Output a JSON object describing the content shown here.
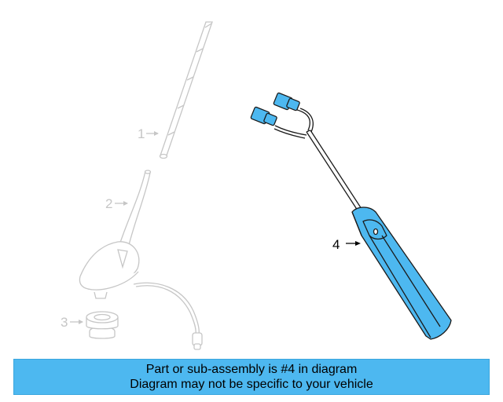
{
  "diagram": {
    "callouts": [
      {
        "number": "1"
      },
      {
        "number": "2"
      },
      {
        "number": "3"
      },
      {
        "number": "4"
      }
    ]
  },
  "colors": {
    "faded_parts": "#c6c6c6",
    "highlight_fill": "#4db8f0",
    "outline": "#1b1b1b",
    "banner_bg": "#4db8f0"
  },
  "banner": {
    "line1": "Part or sub-assembly is #4 in diagram",
    "line2": "Diagram may not be specific to your vehicle"
  }
}
